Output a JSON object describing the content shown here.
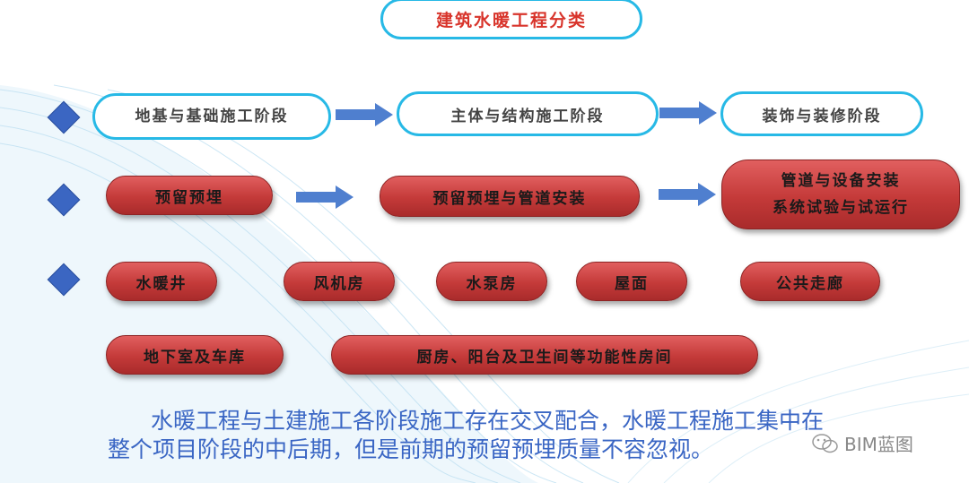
{
  "title": "建筑水暖工程分类",
  "stages": [
    "地基与基础施工阶段",
    "主体与结构施工阶段",
    "装饰与装修阶段"
  ],
  "row2": [
    "预留预埋",
    "预留预埋与管道安装",
    "管道与设备安装系统试验与试运行"
  ],
  "row2_last_lines": [
    "管道与设备安装",
    "系统试验与试运行"
  ],
  "row3": [
    "水暖井",
    "风机房",
    "水泵房",
    "屋面",
    "公共走廊"
  ],
  "row4": [
    "地下室及车库",
    "厨房、阳台及卫生间等功能性房间"
  ],
  "caption_line1": "水暖工程与土建施工各阶段施工存在交叉配合，水暖工程施工集中在",
  "caption_line2": "整个项目阶段的中后期，但是前期的预留预埋质量不容忽视。",
  "watermark": "BIM蓝图",
  "colors": {
    "accent_blue": "#27b9e6",
    "pill_red": "#c43a39",
    "diamond": "#3b66c2",
    "caption": "#3a66c4"
  }
}
